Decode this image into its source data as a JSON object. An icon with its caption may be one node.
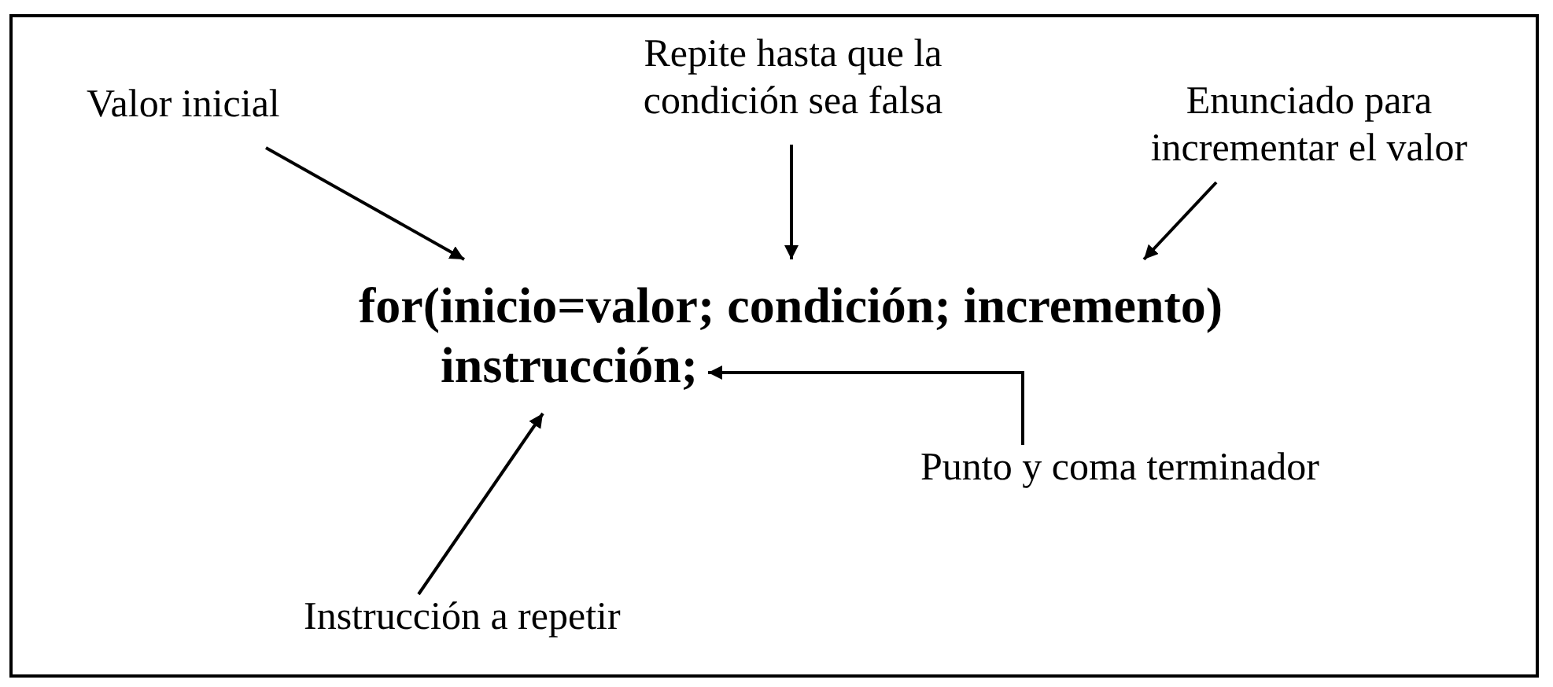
{
  "diagram": {
    "nodes": [
      {
        "text": [
          "Valor inicial"
        ]
      },
      {
        "text": [
          "Repite hasta que la condición sea falsa"
        ]
      },
      {
        "text": [
          "Enunciado para incrementar el valor"
        ]
      },
      {
        "text": [
          "for(inicio=valor; condición; incremento)"
        ]
      },
      {
        "text": [
          "instrucción;"
        ]
      },
      {
        "text": [
          "Punto y coma terminador"
        ]
      },
      {
        "text": [
          "Instrucción a repetir"
        ]
      }
    ],
    "edges": [
      {
        "from": 0,
        "to": 3,
        "arrow": "to"
      },
      {
        "from": 1,
        "to": 3,
        "arrow": "to"
      },
      {
        "from": 2,
        "to": 3,
        "arrow": "to"
      },
      {
        "from": 5,
        "to": 4,
        "arrow": "to"
      },
      {
        "from": 6,
        "to": 4,
        "arrow": "to"
      }
    ]
  }
}
